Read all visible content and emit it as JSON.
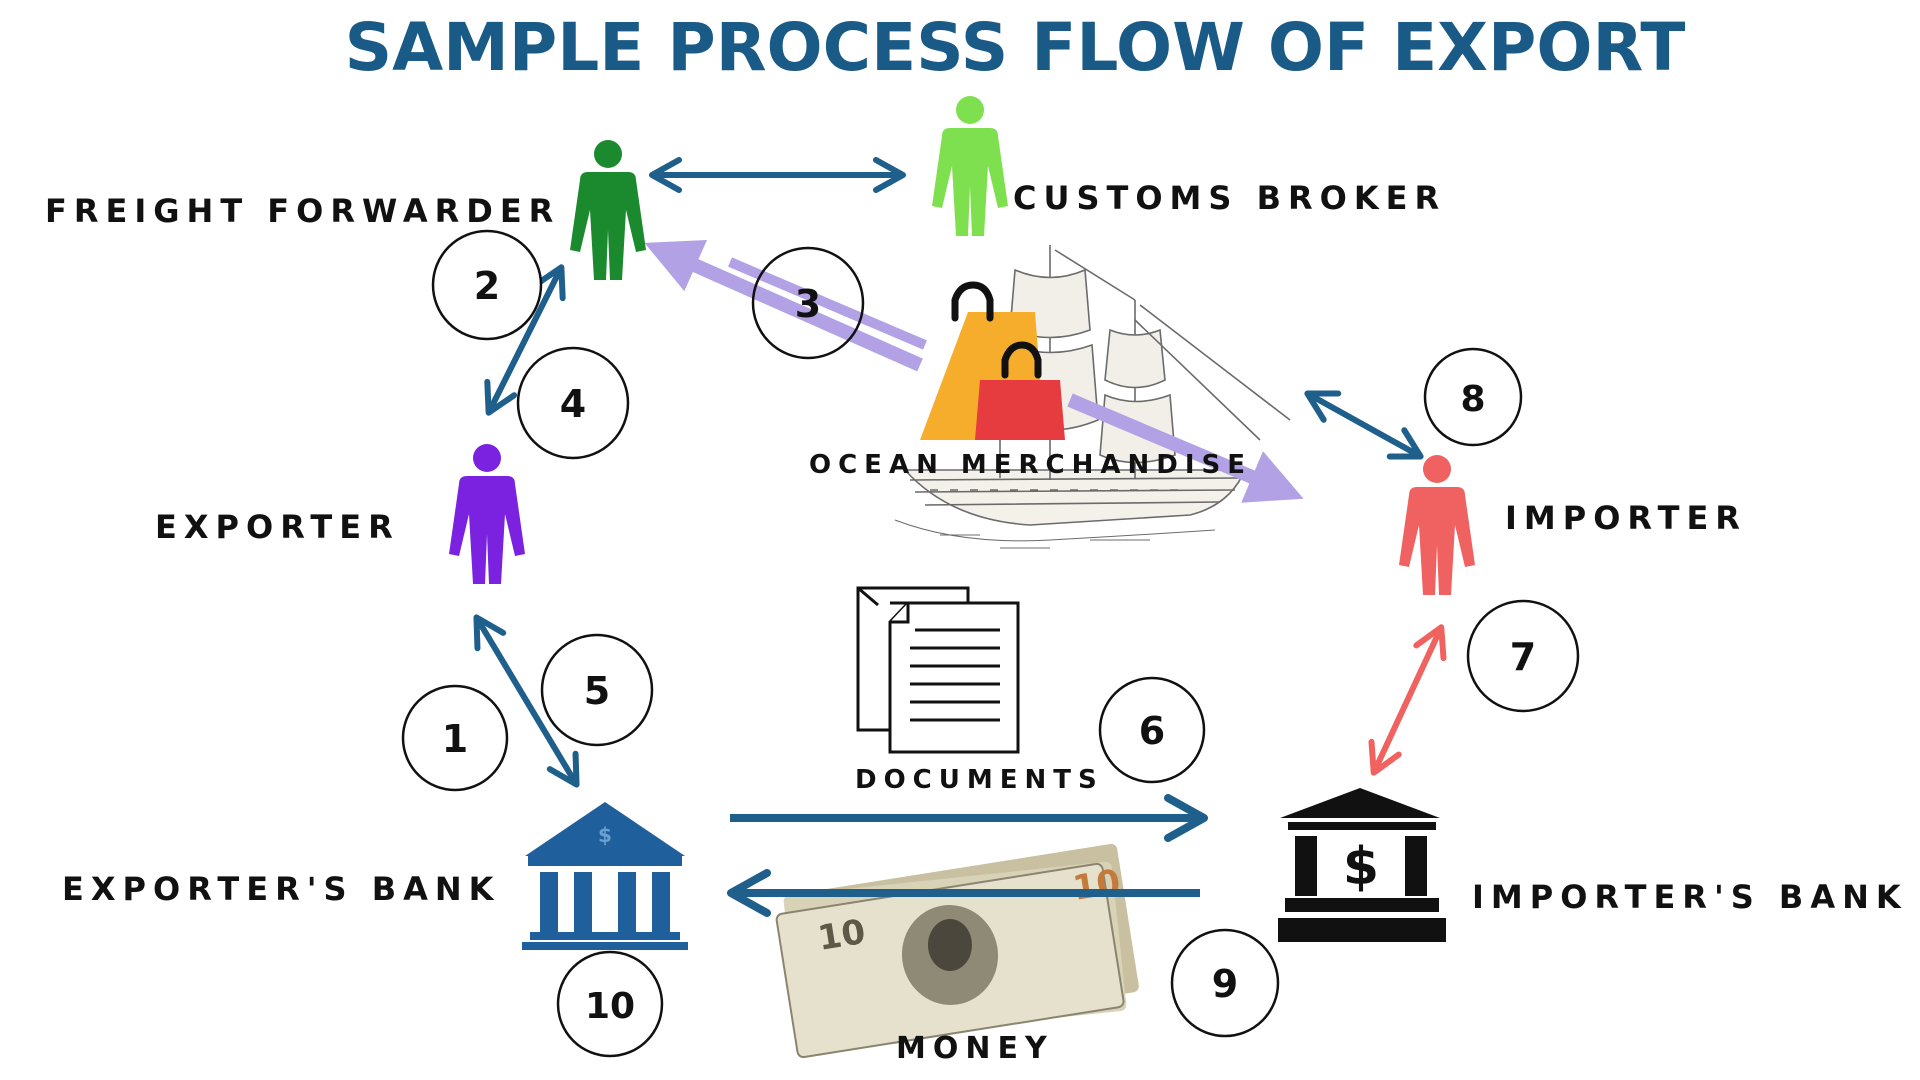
{
  "title": "SAMPLE PROCESS FLOW OF EXPORT",
  "colors": {
    "title": "#1a5a87",
    "flow_blue": "#1f5f8b",
    "flow_purple": "#b3a1e6",
    "flow_red": "#f0625f",
    "freight_forwarder": "#1b8a2f",
    "customs_broker": "#7fe04f",
    "exporter": "#7a22e0",
    "importer": "#f06262",
    "exporter_bank": "#1f5f9c",
    "importer_bank": "#111111"
  },
  "parties": {
    "freight_forwarder": "FREIGHT FORWARDER",
    "customs_broker": "CUSTOMS BROKER",
    "exporter": "EXPORTER",
    "importer": "IMPORTER",
    "exporter_bank": "EXPORTER'S BANK",
    "importer_bank": "IMPORTER'S BANK"
  },
  "items": {
    "ocean_merchandise": "OCEAN MERCHANDISE",
    "documents": "DOCUMENTS",
    "money": "MONEY"
  },
  "icons": {
    "person": "person-icon",
    "bank": "bank-icon",
    "ship": "ship-icon",
    "shopping_bags": "shopping-bags-icon",
    "documents": "documents-icon",
    "money": "money-icon"
  },
  "steps": [
    {
      "number": "1"
    },
    {
      "number": "2"
    },
    {
      "number": "3"
    },
    {
      "number": "4"
    },
    {
      "number": "5"
    },
    {
      "number": "6"
    },
    {
      "number": "7"
    },
    {
      "number": "8"
    },
    {
      "number": "9"
    },
    {
      "number": "10"
    }
  ],
  "bank_symbol": "$",
  "money_denomination": "10"
}
